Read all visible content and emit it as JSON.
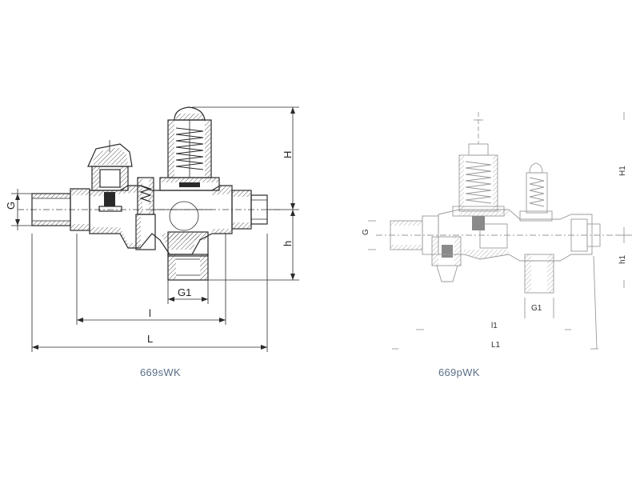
{
  "left_drawing": {
    "model": "669sWK",
    "dims": {
      "G": "G",
      "H": "H",
      "h": "h",
      "G1": "G1",
      "l": "l",
      "L": "L"
    }
  },
  "right_drawing": {
    "model": "669pWK",
    "dims": {
      "G": "G",
      "H1": "H1",
      "h1": "h1",
      "G1": "G1",
      "l1": "l1",
      "L1": "L1"
    }
  }
}
